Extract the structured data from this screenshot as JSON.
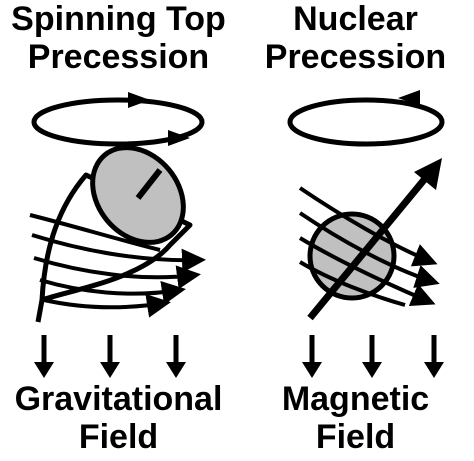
{
  "left_panel": {
    "title_line1": "Spinning Top",
    "title_line2": "Precession",
    "caption_line1": "Gravitational",
    "caption_line2": "Field"
  },
  "right_panel": {
    "title_line1": "Nuclear",
    "title_line2": "Precession",
    "caption_line1": "Magnetic",
    "caption_line2": "Field"
  },
  "colors": {
    "ink": "#000000",
    "body_fill": "#c0c0c0",
    "background": "#ffffff"
  }
}
